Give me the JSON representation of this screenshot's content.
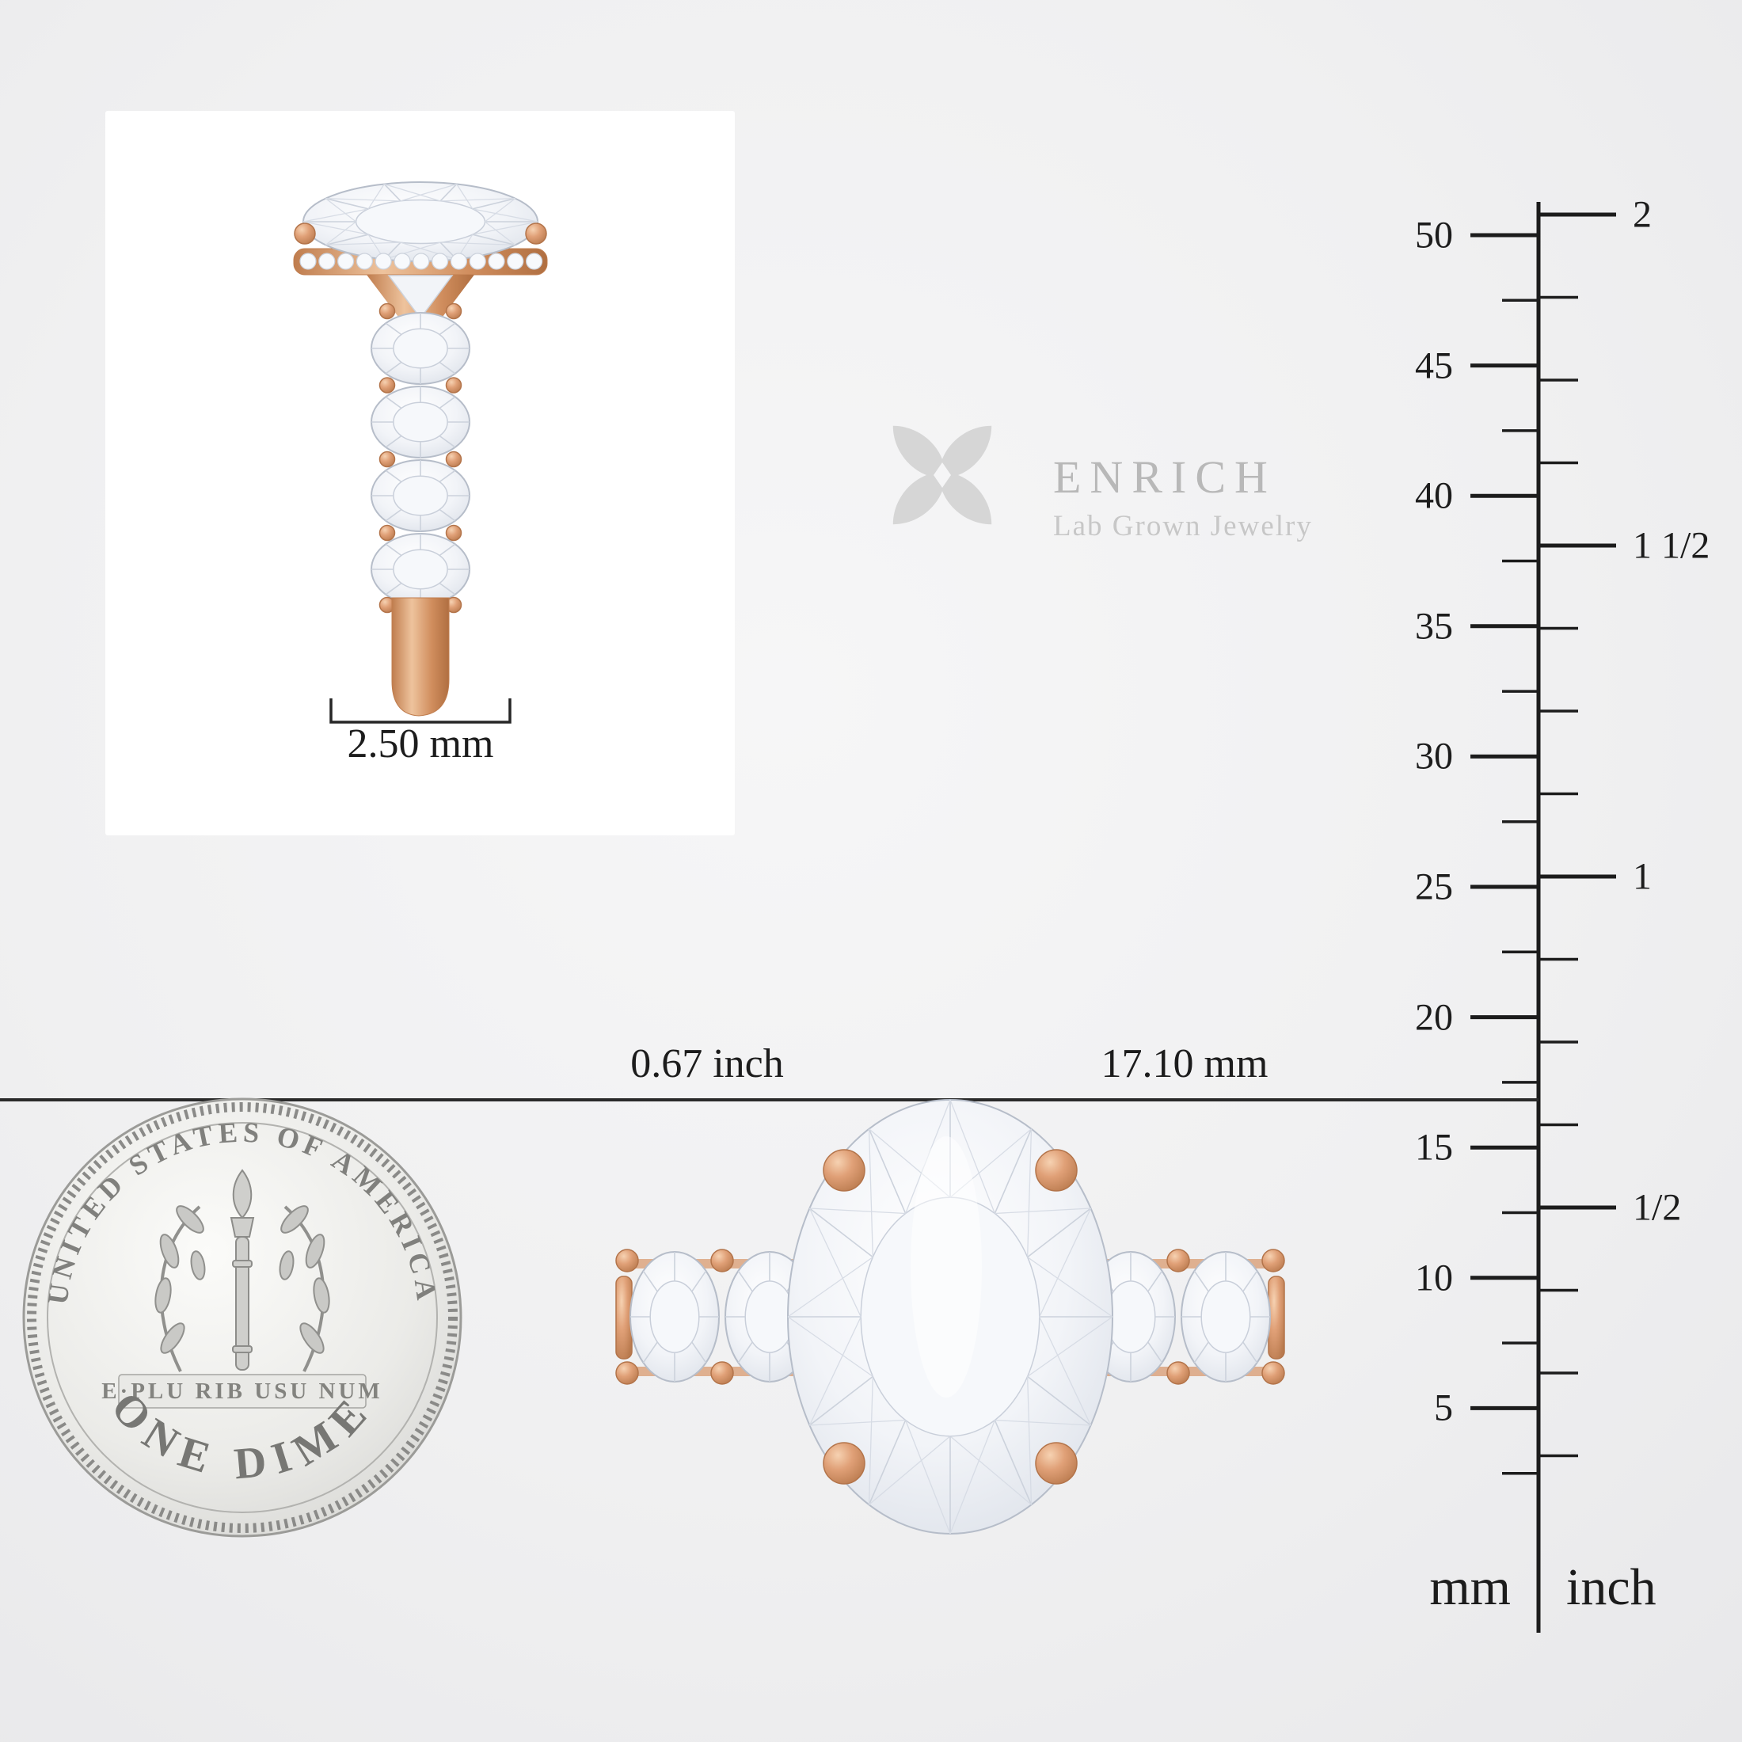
{
  "colors": {
    "background": "#f0f0f1",
    "rose_gold": "#dd9a6b",
    "line": "#1c1c1c",
    "watermark_gray": "#bfbfbf"
  },
  "side_view": {
    "band_width_label": "2.50 mm"
  },
  "front_view": {
    "height_inch_label": "0.67 inch",
    "height_mm_label": "17.10 mm"
  },
  "watermark": {
    "brand": "ENRICH",
    "tagline": "Lab Grown Jewelry"
  },
  "ruler": {
    "mm_labels": [
      "50",
      "45",
      "40",
      "35",
      "30",
      "25",
      "20",
      "15",
      "10",
      "5"
    ],
    "inch_labels": [
      "2",
      "1 1/2",
      "1",
      "1/2"
    ],
    "unit_mm": "mm",
    "unit_inch": "inch"
  },
  "coin": {
    "legend_top": "UNITED STATES OF AMERICA",
    "legend_bottom": "ONE DIME",
    "motto": "E·PLU RIB USU NUM"
  }
}
